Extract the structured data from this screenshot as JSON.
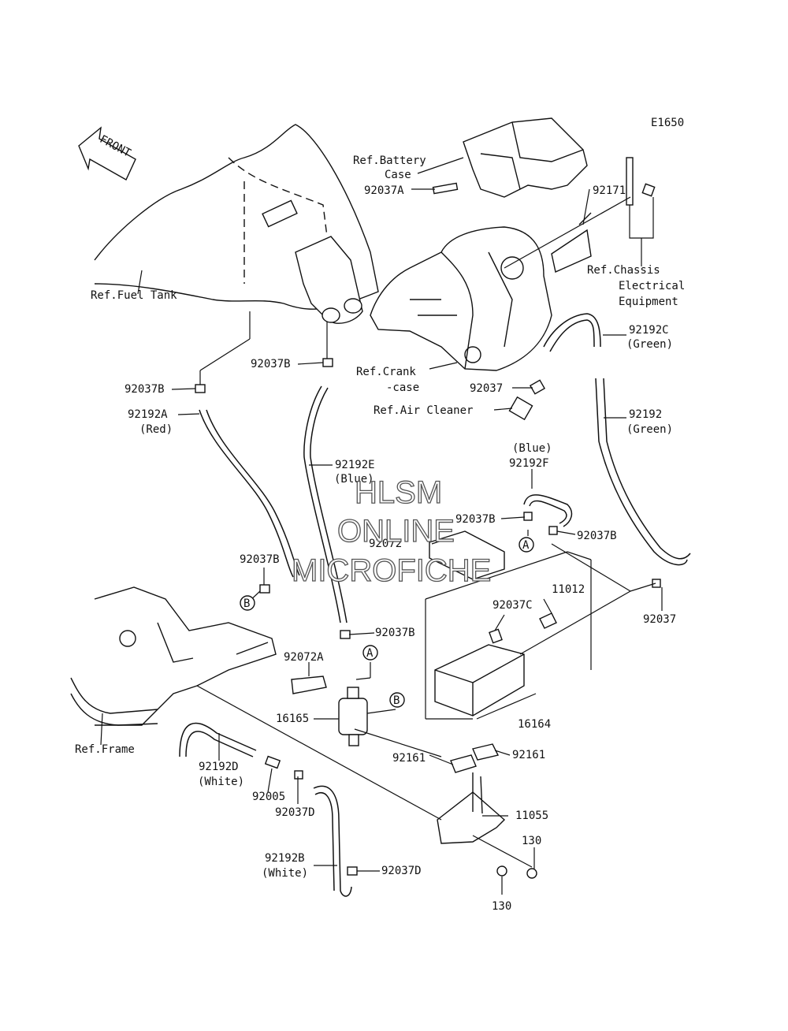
{
  "diagram_code": "E1650",
  "front_arrow": "FRONT",
  "watermark": {
    "line1": "HLSM",
    "line2": "ONLINE",
    "line3": "MICROFICHE"
  },
  "callouts": {
    "A": "A",
    "B": "B"
  },
  "labels": {
    "ref_battery_case_1": "Ref.Battery",
    "ref_battery_case_2": "Case",
    "p92037A": "92037A",
    "p92171": "92171",
    "ref_chassis_1": "Ref.Chassis",
    "ref_chassis_2": "Electrical",
    "ref_chassis_3": "Equipment",
    "ref_fuel_tank": "Ref.Fuel Tank",
    "p92192C": "92192C",
    "p92192C_color": "(Green)",
    "ref_crankcase_1": "Ref.Crank",
    "ref_crankcase_2": "-case",
    "p92037B_mid": "92037B",
    "p92037_top": "92037",
    "ref_air_cleaner": "Ref.Air Cleaner",
    "p92037B_left": "92037B",
    "p92192A": "92192A",
    "p92192A_color": "(Red)",
    "p92192": "92192",
    "p92192_color": "(Green)",
    "p92192E": "92192E",
    "p92192E_color": "(Blue)",
    "p92192F_color": "(Blue)",
    "p92192F": "92192F",
    "p92037B_f1": "92037B",
    "p92072": "92072",
    "p92037B_f2": "92037B",
    "p92037B_low": "92037B",
    "p11012": "11012",
    "p92037C": "92037C",
    "p92037_right": "92037",
    "p92037B_pipe": "92037B",
    "p92072A": "92072A",
    "p16165": "16165",
    "p16164": "16164",
    "ref_frame": "Ref.Frame",
    "p92161_left": "92161",
    "p92161_right": "92161",
    "p92192D": "92192D",
    "p92192D_color": "(White)",
    "p92005": "92005",
    "p92037D_mid": "92037D",
    "p11055": "11055",
    "p130_top": "130",
    "p92192B": "92192B",
    "p92192B_color": "(White)",
    "p92037D_low": "92037D",
    "p130_bottom": "130"
  }
}
